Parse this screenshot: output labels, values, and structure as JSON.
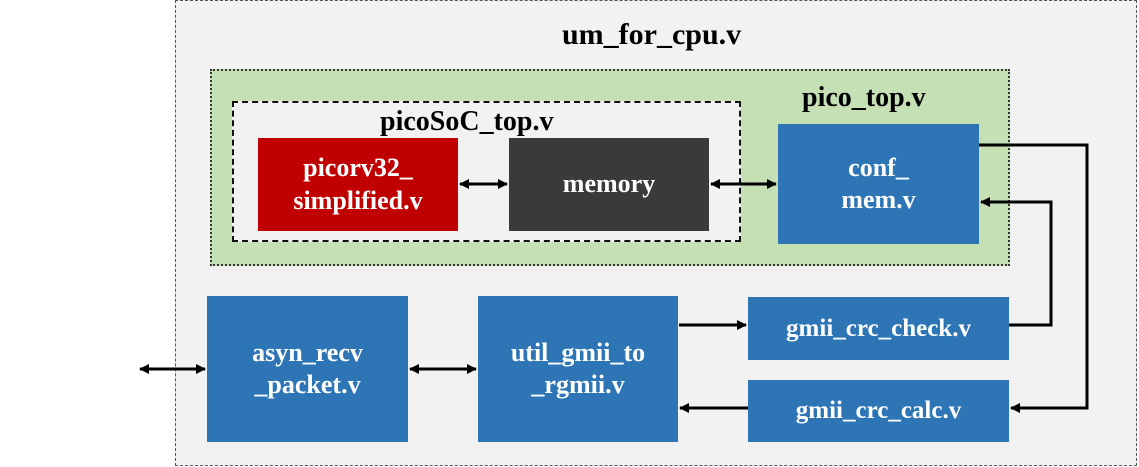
{
  "labels": {
    "outer": "um_for_cpu.v",
    "pico_top": "pico_top.v",
    "soc_top": "picoSoC_top.v"
  },
  "blocks": {
    "picorv32": "picorv32_\nsimplified.v",
    "memory": "memory",
    "conf_mem": "conf_\nmem.v",
    "asyn_recv": "asyn_recv\n_packet.v",
    "util_gmii": "util_gmii_to\n_rgmii.v",
    "crc_check": "gmii_crc_check.v",
    "crc_calc": "gmii_crc_calc.v"
  },
  "colors": {
    "blue_block": "#2e75b6",
    "red_block": "#c00000",
    "dark_block": "#3a3a3a",
    "green_region": "#c5e0b4",
    "gray_region": "#f2f2f2"
  }
}
